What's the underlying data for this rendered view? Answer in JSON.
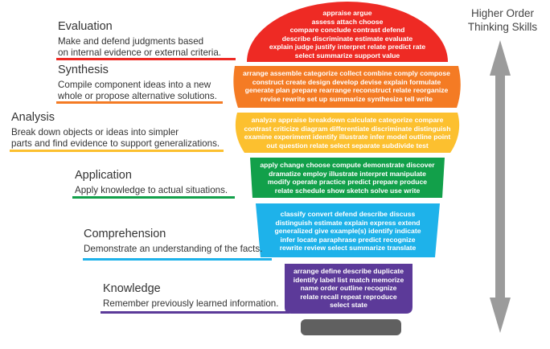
{
  "side_label": [
    "Higher Order",
    "Thinking Skills"
  ],
  "colors": {
    "evaluation": "#ee2a24",
    "synthesis": "#f47b24",
    "analysis": "#fcc02f",
    "application": "#12a04a",
    "comprehension": "#1eb2ea",
    "knowledge": "#5c3a99",
    "base": "#606060",
    "arrow": "#9b9b9b"
  },
  "levels": [
    {
      "id": "evaluation",
      "title": "Evaluation",
      "description": [
        "Make and defend judgments based",
        "on internal evidence or external criteria."
      ],
      "verbs": [
        "appraise argue",
        "assess attach choose",
        "compare conclude contrast defend",
        "describe discriminate estimate evaluate",
        "explain judge justify interpret relate predict rate",
        "select summarize support value"
      ]
    },
    {
      "id": "synthesis",
      "title": "Synthesis",
      "description": [
        "Compile component ideas into a new",
        "whole or propose alternative solutions."
      ],
      "verbs": [
        "arrange assemble categorize collect combine comply compose",
        "construct create design develop devise explain formulate",
        "generate plan prepare rearrange reconstruct relate reorganize",
        "revise rewrite set up summarize synthesize tell write"
      ]
    },
    {
      "id": "analysis",
      "title": "Analysis",
      "description": [
        "Break down objects or ideas into simpler",
        "parts and find evidence to support generalizations."
      ],
      "verbs": [
        "analyze appraise breakdown calculate categorize compare",
        "contrast criticize  diagram differentiate discriminate distinguish",
        "examine experiment identify illustrate infer model outline point",
        "out question relate select separate subdivide test"
      ]
    },
    {
      "id": "application",
      "title": "Application",
      "description": [
        "Apply knowledge to actual situations."
      ],
      "verbs": [
        "apply change choose compute demonstrate discover",
        "dramatize employ illustrate interpret manipulate",
        "modify operate practice predict prepare produce",
        "relate schedule show sketch solve use write"
      ]
    },
    {
      "id": "comprehension",
      "title": "Comprehension",
      "description": [
        "Demonstrate an understanding of the facts."
      ],
      "verbs": [
        "classify convert defend describe discuss",
        "distinguish estimate explain express extend",
        "generalized give example(s) identify indicate",
        "infer locate paraphrase predict recognize",
        "rewrite review select summarize translate"
      ]
    },
    {
      "id": "knowledge",
      "title": "Knowledge",
      "description": [
        "Remember previously learned information."
      ],
      "verbs": [
        "arrange define describe duplicate",
        "identify label list match memorize",
        "name order outline recognize",
        "relate recall repeat reproduce",
        "select state"
      ]
    }
  ]
}
